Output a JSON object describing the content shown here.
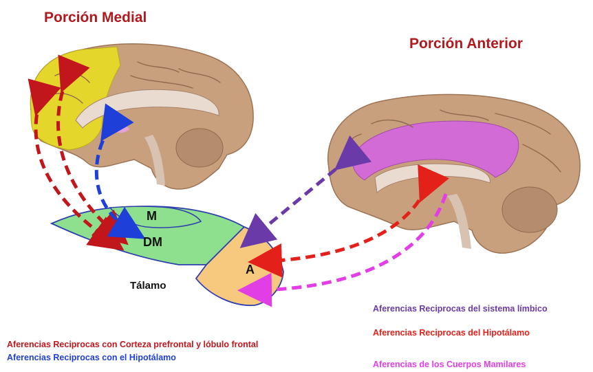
{
  "titles": {
    "medial": "Porción Medial",
    "anterior": "Porción Anterior"
  },
  "thalamus": {
    "label": "Tálamo",
    "regions": {
      "m": "M",
      "dm": "DM",
      "a": "A"
    }
  },
  "legend": {
    "limbic": "Aferencias Reciprocas del sistema límbico",
    "hypothalamus_red": "Aferencias Reciprocas del Hipotálamo",
    "mammillary": "Aferencias  de los Cuerpos Mamilares",
    "prefrontal": "Aferencias Reciprocas con Corteza prefrontal y lóbulo frontal",
    "hypothalamus_blue": "Aferencias Reciprocas con el Hipotálamo"
  },
  "colors": {
    "title": "#b1191f",
    "prefrontal_arrow": "#c0161c",
    "blue_arrow": "#1e3fd8",
    "limbic_arrow": "#6a3aa8",
    "hypothalamus_arrow": "#e3211a",
    "mammillary_arrow": "#e23ee6",
    "brain": "#c9a07e",
    "frontal_highlight": "#e4d62a",
    "limbic_highlight": "#d36bd6",
    "dm_region": "#8ee08e",
    "a_region": "#f7c97e"
  }
}
